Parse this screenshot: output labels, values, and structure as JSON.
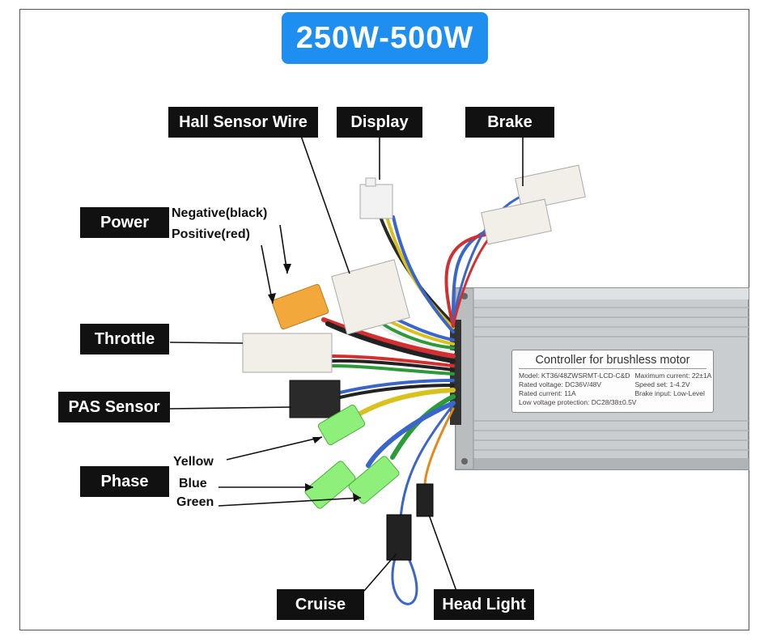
{
  "title": "250W-500W",
  "labels": {
    "hall_sensor_wire": "Hall Sensor Wire",
    "display": "Display",
    "brake": "Brake",
    "power": "Power",
    "negative": "Negative(black)",
    "positive": "Positive(red)",
    "throttle": "Throttle",
    "pas_sensor": "PAS Sensor",
    "phase": "Phase",
    "yellow": "Yellow",
    "blue": "Blue",
    "green": "Green",
    "cruise": "Cruise",
    "head_light": "Head Light"
  },
  "plate": {
    "title": "Controller for brushless motor",
    "rows": [
      "Model: KT36/48ZWSRMT-LCD-C&D",
      "Maximum current: 22±1A",
      "Rated voltage: DC36V/48V",
      "Speed set: 1-4.2V",
      "Rated current: 11A",
      "Brake input: Low-Level",
      "Low voltage protection: DC28/38±0.5V",
      ""
    ]
  },
  "colors": {
    "accent": "#1e8ef0",
    "label_bg": "#111111"
  }
}
